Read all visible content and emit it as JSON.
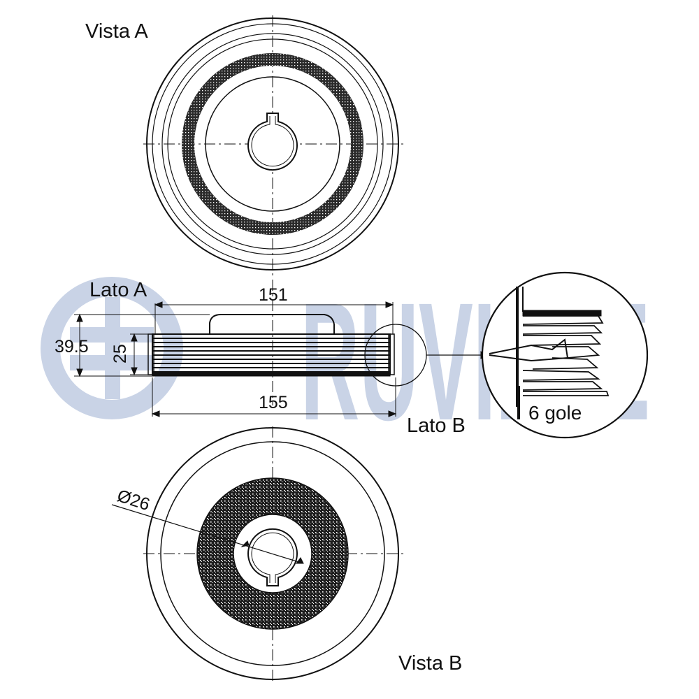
{
  "brand": {
    "logo_text": "RUVILLE",
    "watermark_color": "#c9d3e6"
  },
  "labels": {
    "vista_a": "Vista A",
    "lato_a": "Lato A",
    "lato_b": "Lato B",
    "vista_b": "Vista B",
    "grooves": "6 gole"
  },
  "dimensions": {
    "width_top": "151",
    "width_bottom": "155",
    "height_total": "39.5",
    "height_belt": "25",
    "bore": "Ø26"
  },
  "colors": {
    "line": "#111111",
    "hatch": "#222222"
  }
}
